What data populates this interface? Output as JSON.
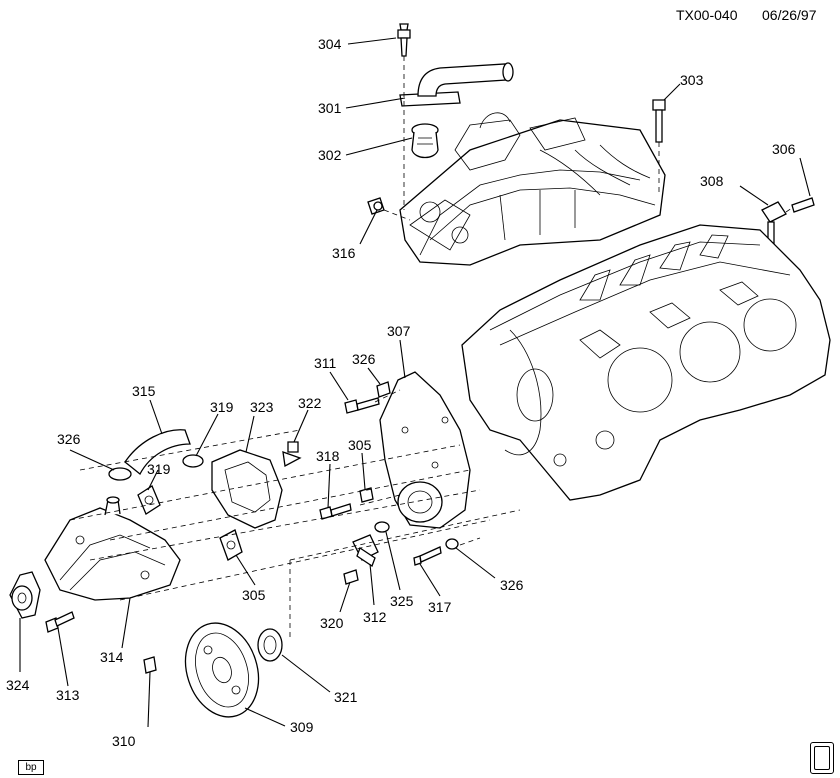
{
  "header": {
    "ref_code": "TX00-040",
    "date": "06/26/97"
  },
  "footer": {
    "corner_tag": "bp",
    "logo": "gm-spo-logo"
  },
  "callouts": [
    "304",
    "301",
    "302",
    "316",
    "303",
    "306",
    "308",
    "307",
    "311",
    "326",
    "315",
    "319",
    "323",
    "322",
    "318",
    "305",
    "326",
    "319",
    "305",
    "324",
    "313",
    "314",
    "310",
    "309",
    "321",
    "320",
    "312",
    "325",
    "317",
    "326"
  ]
}
